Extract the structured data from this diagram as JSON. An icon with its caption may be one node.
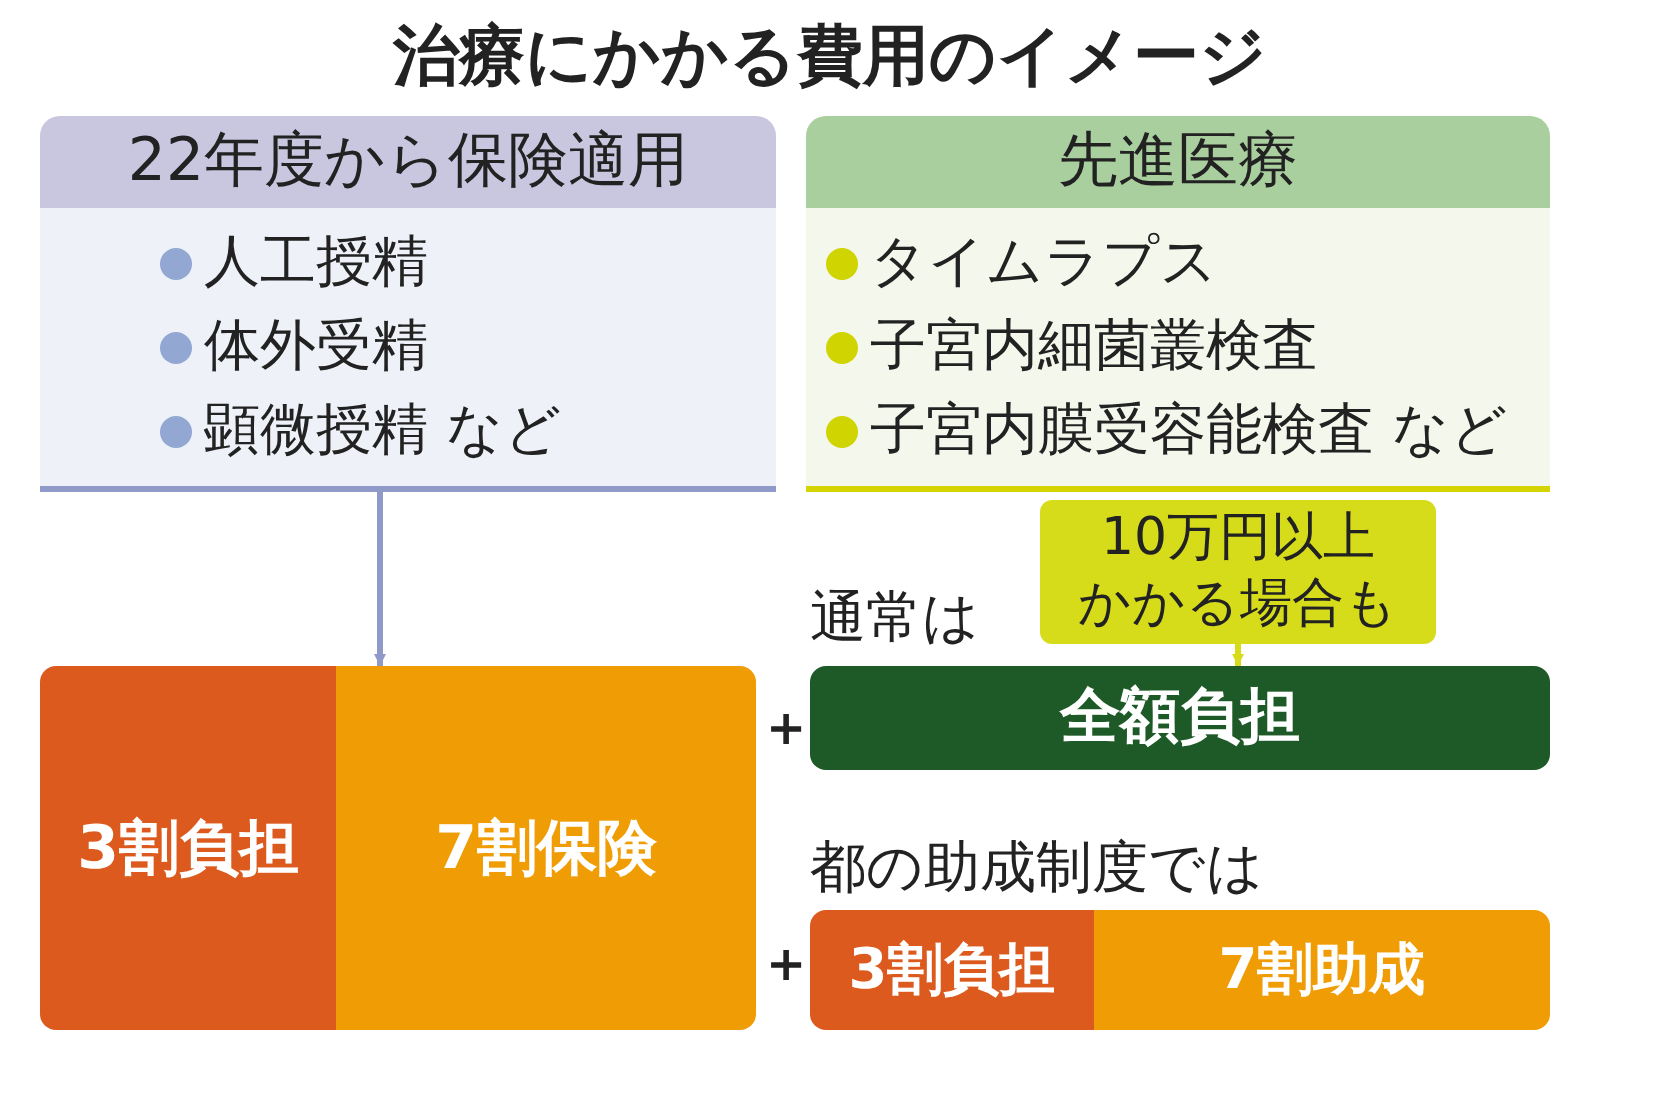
{
  "diagram": {
    "title": "治療にかかる費用のイメージ",
    "nodes": [
      {
        "text": [
          "22年度から保険適用",
          "人工授精",
          "体外受精",
          "顕微授精 など"
        ]
      },
      {
        "text": [
          "先進医療",
          "タイムラプス",
          "子宮内細菌叢検査",
          "子宮内膜受容能検査 など"
        ]
      },
      {
        "text": [],
        "shape": "bar"
      },
      {
        "text": [
          "3割負担"
        ],
        "in": 2
      },
      {
        "text": [
          "7割保険"
        ],
        "in": 2
      },
      {
        "text": [
          "全額負担"
        ],
        "beside": [
          "通常は"
        ]
      },
      {
        "text": [
          "10万円以上かかる場合も"
        ]
      },
      {
        "text": [],
        "shape": "bar",
        "beside": [
          "都の助成制度では"
        ]
      },
      {
        "text": [
          "3割負担"
        ],
        "in": 7
      },
      {
        "text": [
          "7割助成"
        ],
        "in": 7
      }
    ],
    "edges": [
      {
        "from": 0,
        "to": 2,
        "arrow": "to"
      },
      {
        "from": 6,
        "to": 5,
        "arrow": "to",
        "color": "#d6dc1a"
      }
    ],
    "labels": [
      "+",
      "+"
    ]
  }
}
